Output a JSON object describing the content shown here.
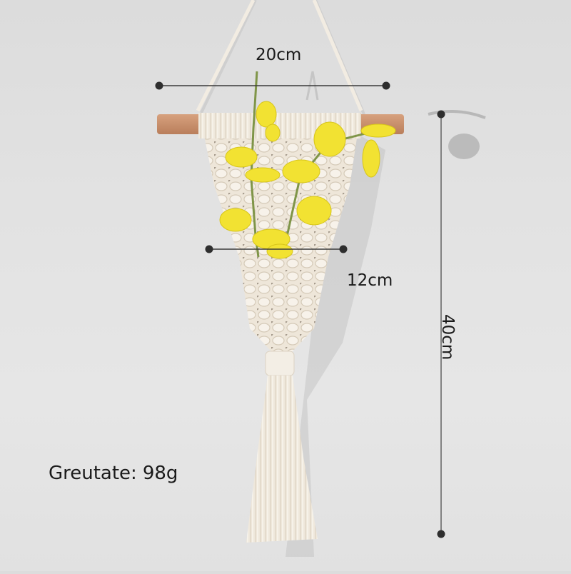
{
  "dimensions": {
    "width": {
      "label": "20cm"
    },
    "inner_width": {
      "label": "12cm"
    },
    "height": {
      "label": "40cm"
    }
  },
  "weight": {
    "label": "Greutate:",
    "value": "98g"
  },
  "colors": {
    "background": "#e2e2e2",
    "cotton_rope": "#f1ebe1",
    "wood_dowel": "#c98f6c",
    "flowers": "#f2e232",
    "stem": "#7f9548",
    "dimension_line": "#3a3a3a",
    "shadow": "#b9b9b9"
  }
}
